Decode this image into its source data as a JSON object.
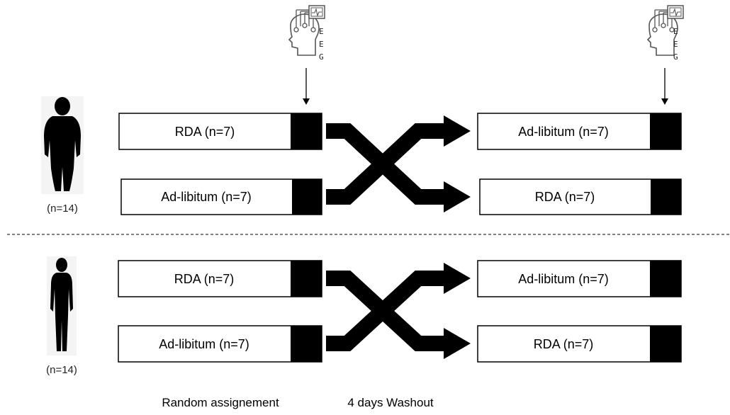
{
  "groups": [
    {
      "participants": "(n=14)",
      "period1": [
        "RDA (n=7)",
        "Ad-libitum (n=7)"
      ],
      "period2": [
        "Ad-libitum (n=7)",
        "RDA (n=7)"
      ]
    },
    {
      "participants": "(n=14)",
      "period1": [
        "RDA (n=7)",
        "Ad-libitum (n=7)"
      ],
      "period2": [
        "Ad-libitum (n=7)",
        "RDA (n=7)"
      ]
    }
  ],
  "eeg_label": [
    "E",
    "E",
    "G"
  ],
  "footer": {
    "random_assignment": "Random assignement",
    "washout": "4 days Washout"
  },
  "icons": {
    "group1_figure": "obese-person-silhouette-icon",
    "group2_figure": "lean-person-silhouette-icon",
    "eeg": "eeg-head-monitor-icon",
    "crossover": "crossover-arrows-icon"
  }
}
